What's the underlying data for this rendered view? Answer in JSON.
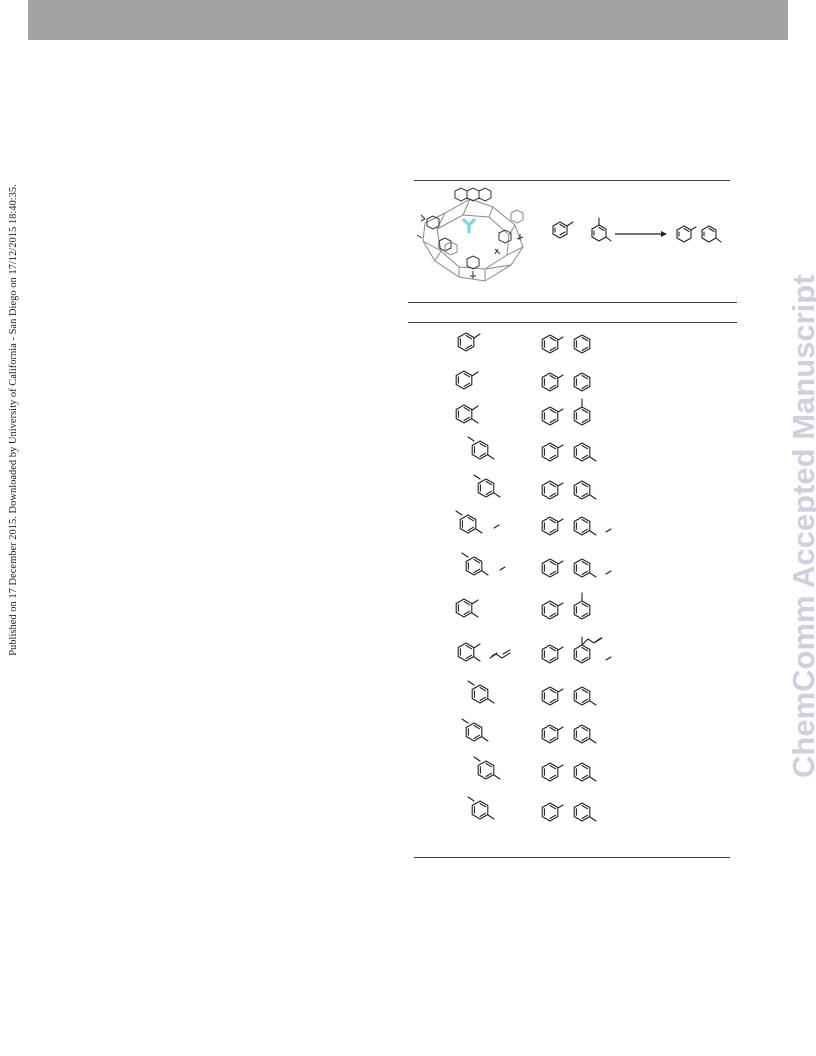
{
  "page": {
    "side_note": "Published on 17 December 2015. Downloaded by University of California - San Diego on 17/12/2015 18:40:35.",
    "watermark": "ChemComm Accepted Manuscript"
  },
  "colors": {
    "header_bar": "#a3a3a3",
    "watermark": "#cdcfe2",
    "catalyst_highlight": "#6fd6e8"
  },
  "scheme": {
    "catalyst": "cage-catalyst-structure",
    "reactant_a": "benzene-ring-with-substituent",
    "reactant_b": "substituted-benzene-ring",
    "arrow": "reaction-arrow",
    "product": "biaryl-product"
  },
  "table": {
    "rows": [
      {
        "substrate": "aryl-substituent",
        "product": "biaryl"
      },
      {
        "substrate": "aryl-substituent",
        "product": "biaryl"
      },
      {
        "substrate": "ortho-disubstituted-aryl",
        "product": "ortho-substituted-biaryl"
      },
      {
        "substrate": "para-disubstituted-aryl",
        "product": "para-substituted-biaryl"
      },
      {
        "substrate": "para-disubstituted-aryl",
        "product": "para-substituted-biaryl"
      },
      {
        "substrate": "para-disubstituted-aryl-with-chain",
        "product": "para-substituted-biaryl-with-chain"
      },
      {
        "substrate": "para-disubstituted-aryl-with-chain",
        "product": "para-substituted-biaryl-with-chain"
      },
      {
        "substrate": "ortho-disubstituted-aryl",
        "product": "ortho-substituted-biaryl"
      },
      {
        "substrate": "ortho-aryl-with-allyl-chain",
        "product": "ortho-biaryl-with-allyl-chain"
      },
      {
        "substrate": "para-disubstituted-aryl",
        "product": "para-substituted-biaryl"
      },
      {
        "substrate": "para-disubstituted-aryl",
        "product": "para-substituted-biaryl"
      },
      {
        "substrate": "para-disubstituted-aryl",
        "product": "para-substituted-biaryl"
      },
      {
        "substrate": "para-disubstituted-aryl",
        "product": "para-substituted-biaryl"
      }
    ]
  }
}
